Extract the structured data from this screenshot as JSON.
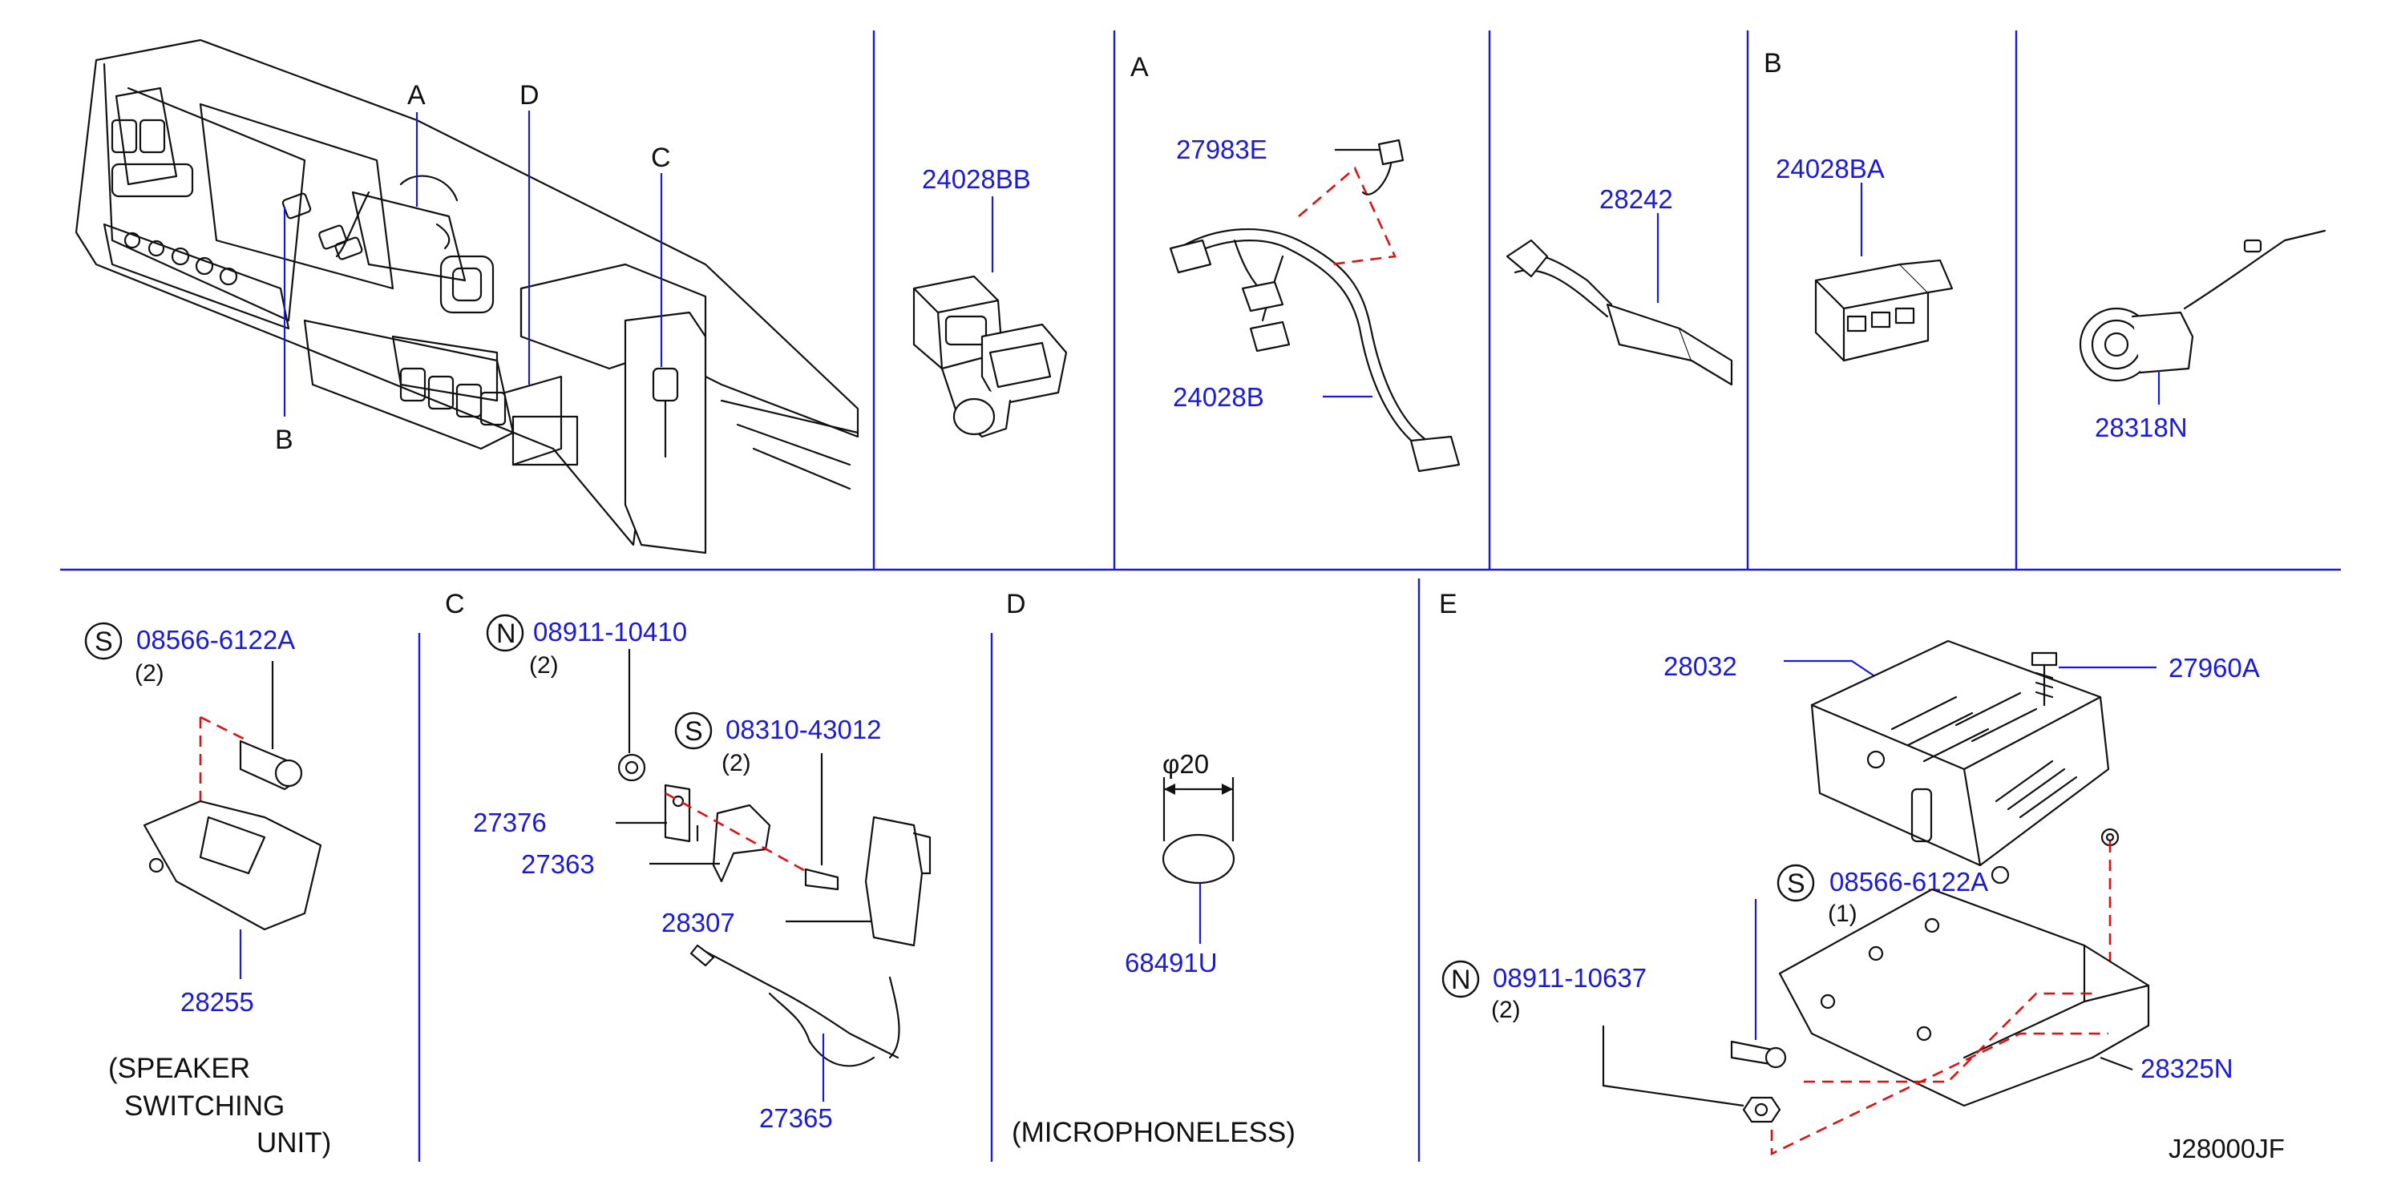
{
  "sheet_id": "J28000JF",
  "view_letters": [
    "A",
    "B",
    "C",
    "D"
  ],
  "top_row": {
    "dash_labels": {
      "a": "A",
      "b": "B",
      "c": "C",
      "d": "D"
    },
    "panel_2": {
      "part": "24028BB"
    },
    "panel_3": {
      "view": "A",
      "part_top": "27983E",
      "part_bottom": "24028B"
    },
    "panel_4": {
      "part": "28242"
    },
    "panel_5": {
      "view": "B",
      "part": "24028BA"
    },
    "panel_6": {
      "part": "28318N"
    }
  },
  "bottom_row": {
    "speaker_panel": {
      "symbol": "S",
      "bolt_part": "08566-6122A",
      "bolt_qty": "(2)",
      "unit_part": "28255",
      "caption_line1": "(SPEAKER",
      "caption_line2": "SWITCHING",
      "caption_line3": "UNIT)"
    },
    "mic_panel": {
      "view": "C",
      "nut_symbol": "N",
      "nut_part": "08911-10410",
      "nut_qty": "(2)",
      "screw_symbol": "S",
      "screw_part": "08310-43012",
      "screw_qty": "(2)",
      "part_27376": "27376",
      "part_27363": "27363",
      "part_28307": "28307",
      "part_27365": "27365"
    },
    "plug_panel": {
      "view": "D",
      "dimension": "φ20",
      "part": "68491U",
      "caption": "(MICROPHONELESS)"
    },
    "unit_panel": {
      "view": "E",
      "part_unit": "28032",
      "part_bolt_top": "27960A",
      "bolt_symbol": "S",
      "bolt_part": "08566-6122A",
      "bolt_qty": "(1)",
      "nut_symbol": "N",
      "nut_part": "08911-10637",
      "nut_qty": "(2)",
      "bracket_part": "28325N"
    }
  }
}
